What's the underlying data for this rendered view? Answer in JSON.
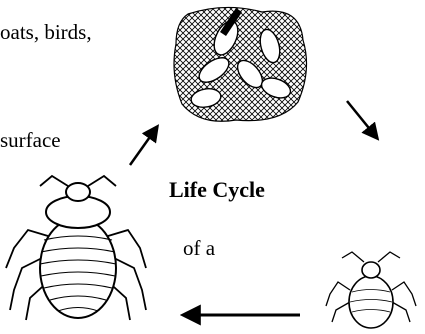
{
  "text": {
    "top_line": "oats, birds,",
    "surface_line": "surface",
    "title": "Life Cycle",
    "subtitle": "of a"
  },
  "illustrations": [
    {
      "name": "eggs-on-fabric",
      "icon": "egg-cluster-icon"
    },
    {
      "name": "nymph",
      "icon": "nymph-bug-icon"
    },
    {
      "name": "adult",
      "icon": "adult-bedbug-icon"
    }
  ],
  "colors": {
    "ink": "#000000",
    "background": "#ffffff"
  }
}
